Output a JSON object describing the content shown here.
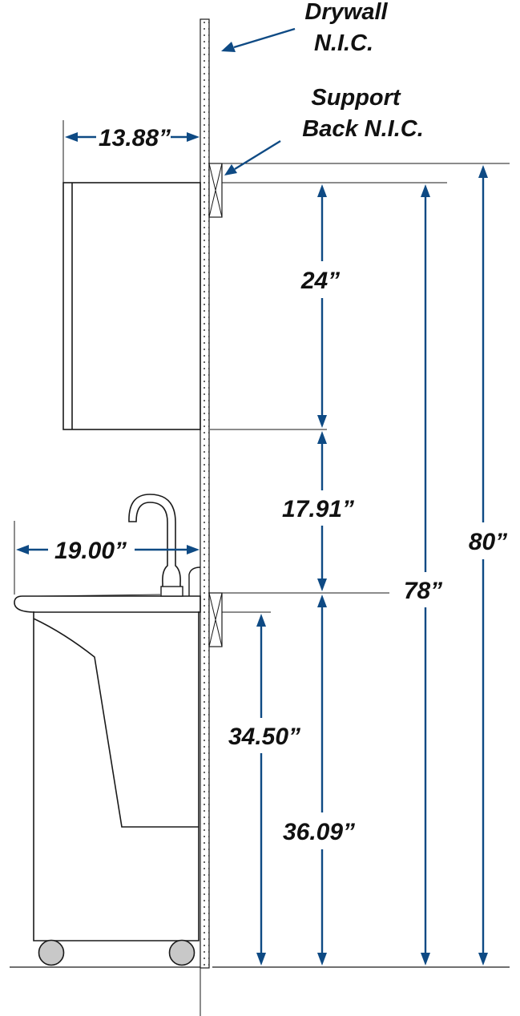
{
  "callouts": {
    "drywall_line1": "Drywall",
    "drywall_line2": "N.I.C.",
    "support_line1": "Support",
    "support_line2": "Back N.I.C."
  },
  "dimensions": {
    "cabinet_depth": "13.88”",
    "sink_depth": "19.00”",
    "cabinet_height": "24”",
    "gap_height": "17.91”",
    "rim_height": "34.50”",
    "counter_height": "36.09”",
    "cabinet_top_height": "78”",
    "total_height": "80”"
  },
  "colors": {
    "dimension_arrow": "#0e4a84",
    "linework": "#1a1a1a"
  }
}
